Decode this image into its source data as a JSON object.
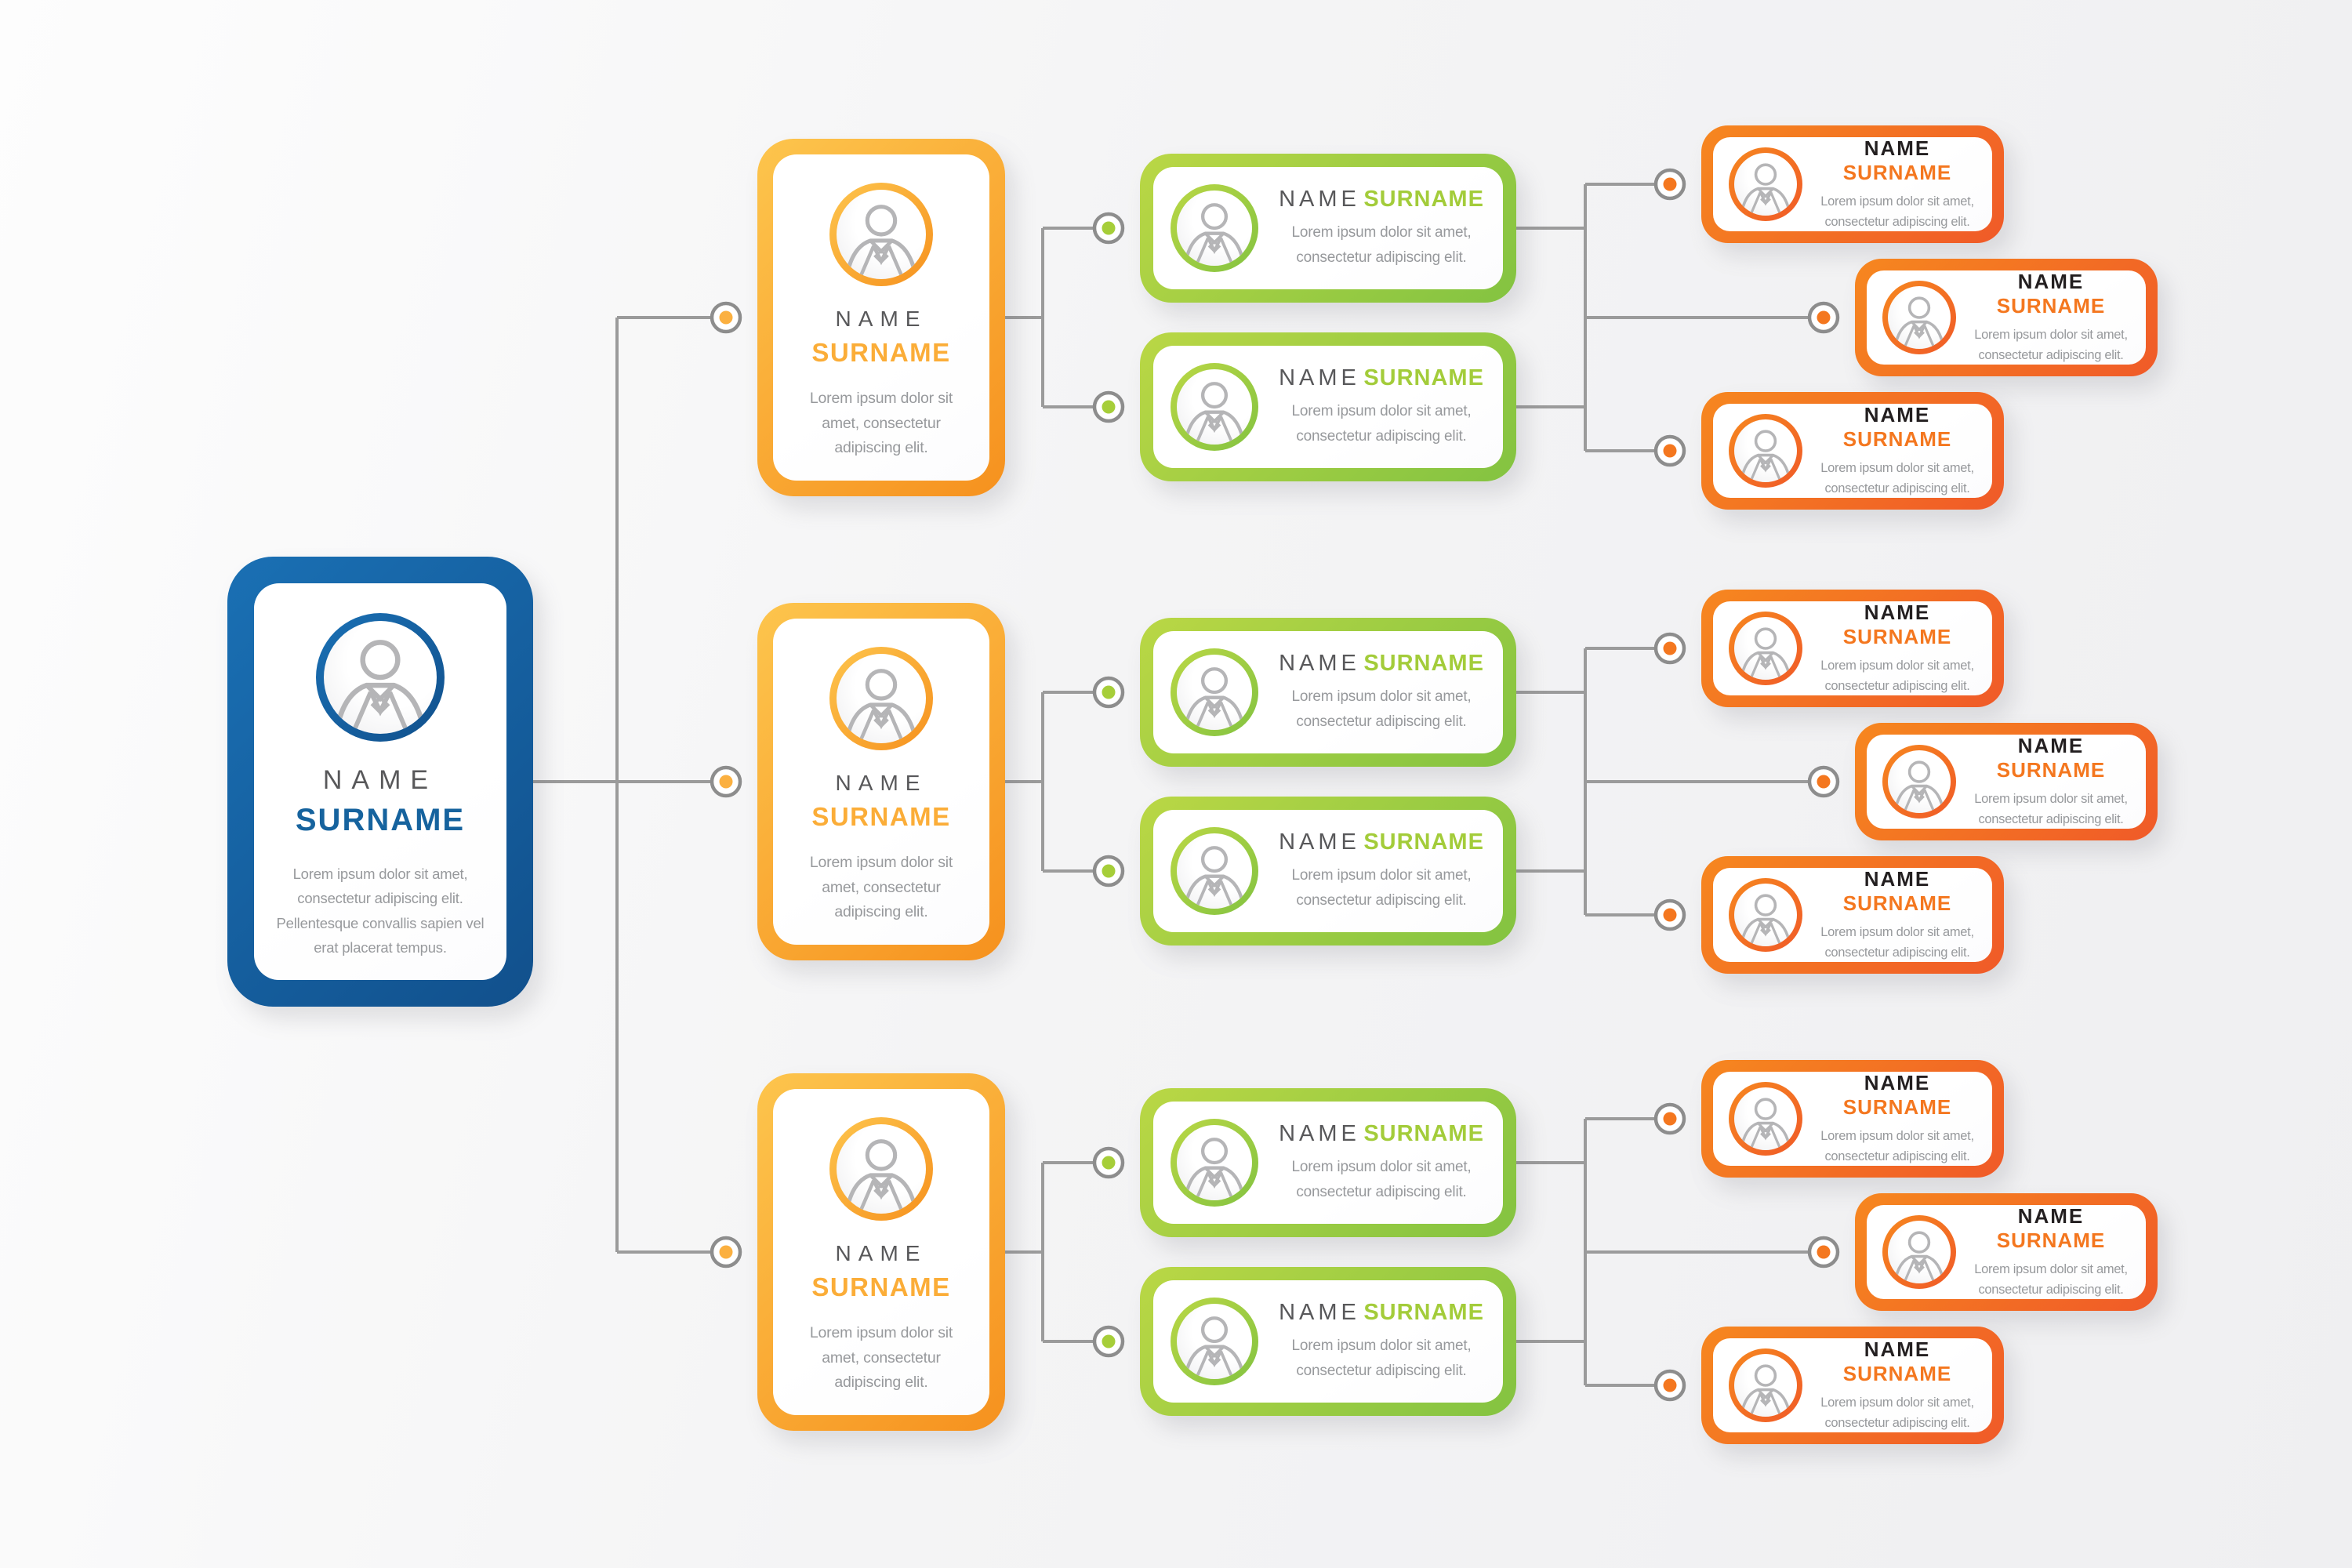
{
  "palette": {
    "background_start": "#fdfdfd",
    "background_mid": "#f4f4f5",
    "background_end": "#efeff1",
    "connector_line": "#9b9b9b",
    "node_ring_stroke": "#8d8d8d",
    "avatar_glyph": "#b5b5b7",
    "name_text": "#58585a",
    "report_name_text": "#231f20",
    "description_text": "#97999c",
    "root_border_start": "#1a70b4",
    "root_border_end": "#11508c",
    "root_surname": "#16639e",
    "manager_border_start": "#fdc54d",
    "manager_border_end": "#f6911e",
    "manager_surname": "#fbad38",
    "manager_dot": "#fbb040",
    "member_border_start": "#bad745",
    "member_border_end": "#83c341",
    "member_surname": "#a3cc3a",
    "member_dot": "#a6ce39",
    "report_border_start": "#f6871f",
    "report_border_end": "#f05a28",
    "report_surname": "#f4771f",
    "report_dot": "#f4771f"
  },
  "root": {
    "name": "NAME",
    "surname": "SURNAME",
    "description_lines": [
      "Lorem ipsum dolor sit amet,",
      "consectetur adipiscing elit.",
      "Pellentesque convallis sapien vel",
      "erat placerat tempus."
    ]
  },
  "managers": [
    {
      "name": "NAME",
      "surname": "SURNAME",
      "description_lines": [
        "Lorem ipsum dolor sit",
        "amet, consectetur",
        "adipiscing elit."
      ]
    },
    {
      "name": "NAME",
      "surname": "SURNAME",
      "description_lines": [
        "Lorem ipsum dolor sit",
        "amet, consectetur",
        "adipiscing elit."
      ]
    },
    {
      "name": "NAME",
      "surname": "SURNAME",
      "description_lines": [
        "Lorem ipsum dolor sit",
        "amet, consectetur",
        "adipiscing elit."
      ]
    }
  ],
  "members": [
    {
      "name": "NAME",
      "surname": "SURNAME",
      "description_lines": [
        "Lorem ipsum dolor sit amet,",
        "consectetur adipiscing elit."
      ]
    },
    {
      "name": "NAME",
      "surname": "SURNAME",
      "description_lines": [
        "Lorem ipsum dolor sit amet,",
        "consectetur adipiscing elit."
      ]
    },
    {
      "name": "NAME",
      "surname": "SURNAME",
      "description_lines": [
        "Lorem ipsum dolor sit amet,",
        "consectetur adipiscing elit."
      ]
    },
    {
      "name": "NAME",
      "surname": "SURNAME",
      "description_lines": [
        "Lorem ipsum dolor sit amet,",
        "consectetur adipiscing elit."
      ]
    },
    {
      "name": "NAME",
      "surname": "SURNAME",
      "description_lines": [
        "Lorem ipsum dolor sit amet,",
        "consectetur adipiscing elit."
      ]
    },
    {
      "name": "NAME",
      "surname": "SURNAME",
      "description_lines": [
        "Lorem ipsum dolor sit amet,",
        "consectetur adipiscing elit."
      ]
    }
  ],
  "reports": [
    {
      "name": "NAME",
      "surname": "SURNAME",
      "description_lines": [
        "Lorem ipsum dolor sit amet,",
        "consectetur adipiscing elit."
      ]
    },
    {
      "name": "NAME",
      "surname": "SURNAME",
      "description_lines": [
        "Lorem ipsum dolor sit amet,",
        "consectetur adipiscing elit."
      ]
    },
    {
      "name": "NAME",
      "surname": "SURNAME",
      "description_lines": [
        "Lorem ipsum dolor sit amet,",
        "consectetur adipiscing elit."
      ]
    },
    {
      "name": "NAME",
      "surname": "SURNAME",
      "description_lines": [
        "Lorem ipsum dolor sit amet,",
        "consectetur adipiscing elit."
      ]
    },
    {
      "name": "NAME",
      "surname": "SURNAME",
      "description_lines": [
        "Lorem ipsum dolor sit amet,",
        "consectetur adipiscing elit."
      ]
    },
    {
      "name": "NAME",
      "surname": "SURNAME",
      "description_lines": [
        "Lorem ipsum dolor sit amet,",
        "consectetur adipiscing elit."
      ]
    },
    {
      "name": "NAME",
      "surname": "SURNAME",
      "description_lines": [
        "Lorem ipsum dolor sit amet,",
        "consectetur adipiscing elit."
      ]
    },
    {
      "name": "NAME",
      "surname": "SURNAME",
      "description_lines": [
        "Lorem ipsum dolor sit amet,",
        "consectetur adipiscing elit."
      ]
    },
    {
      "name": "NAME",
      "surname": "SURNAME",
      "description_lines": [
        "Lorem ipsum dolor sit amet,",
        "consectetur adipiscing elit."
      ]
    }
  ]
}
